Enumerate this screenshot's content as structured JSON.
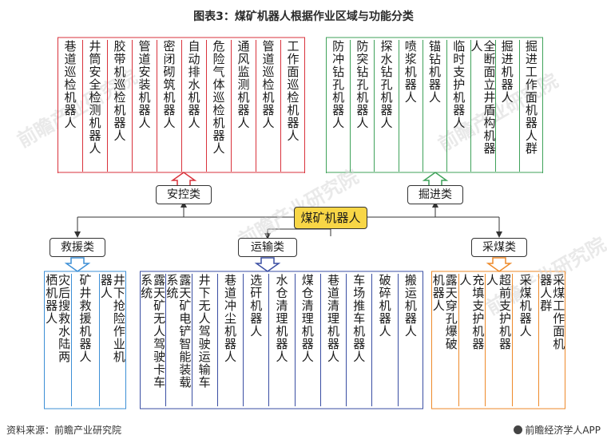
{
  "title": "图表3：煤矿机器人根据作业区域与功能分类",
  "root": "煤矿机器人",
  "colors": {
    "anquan": "#d9323b",
    "juejin": "#3fa25a",
    "jiuyuan": "#3d8fd6",
    "yunshu": "#3a4ea3",
    "caimei": "#ee8a2a",
    "root_fill": "#f8d646"
  },
  "categories": {
    "anquan": "安控类",
    "juejin": "掘进类",
    "jiuyuan": "救援类",
    "yunshu": "运输类",
    "caimei": "采煤类"
  },
  "groups": {
    "anquan": [
      "巷道巡检机器人",
      "井筒安全检测机器人",
      "胶带机巡检机器人",
      "管道安装机器人",
      "密闭砌筑机器人",
      "自动排水机器人",
      "危险气体巡检机器人",
      "通风监测机器人",
      "管道巡检机器人",
      "工作面巡检机器人"
    ],
    "juejin": [
      "防冲钻孔机器人",
      "防突钻孔机器人",
      "探水钻孔机器人",
      "喷浆机器人",
      "锚钻机器人",
      "临时支护机器人",
      "全断面立井盾构机器人",
      "掘进机器人",
      "掘进工作面机器人群"
    ],
    "jiuyuan": [
      "灾后搜救水陆两栖机器人",
      "矿井救援机器人",
      "井下抢险作业机器人"
    ],
    "yunshu": [
      "露天矿无人驾驶卡车系统",
      "露天矿电铲智能装载系统",
      "井下无人驾驶运输车",
      "巷道冲尘机器人",
      "选矸机器人",
      "水仓清理机器人",
      "煤仓清理机器人",
      "巷道清理机器人",
      "车场推车机器人",
      "破碎机器人",
      "搬运机器人"
    ],
    "caimei": [
      "露天穿孔爆破机器人",
      "充填支护机器人",
      "超前支护机器人",
      "采煤机器人",
      "采煤工作面机器人群"
    ]
  },
  "footer": {
    "source": "资料来源：前瞻产业研究院",
    "brand": "前瞻经济学人APP"
  }
}
